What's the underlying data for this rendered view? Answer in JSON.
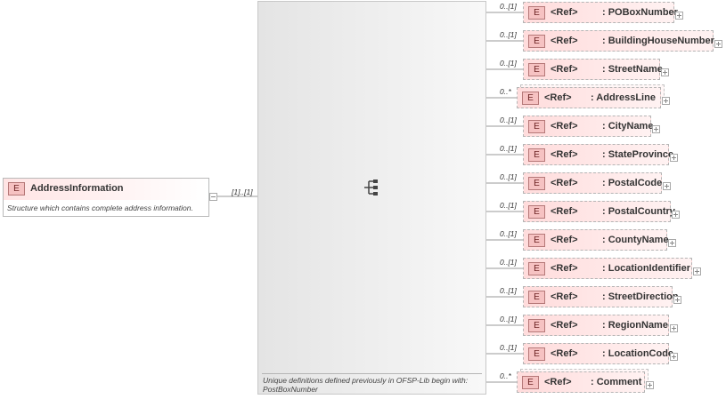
{
  "root": {
    "badge": "E",
    "name": "AddressInformation",
    "description": "Structure which contains complete address information.",
    "multiplicity": "[1]..[1]"
  },
  "sequence": {
    "description_line1": "Unique definitions defined previously in OFSP-Lib begin with:",
    "description_line2": "PostBoxNumber"
  },
  "children": [
    {
      "badge": "E",
      "ref": "<Ref>",
      "name": ": POBoxNumber",
      "multiplicity": "0..[1]"
    },
    {
      "badge": "E",
      "ref": "<Ref>",
      "name": ": BuildingHouseNumber",
      "multiplicity": "0..[1]"
    },
    {
      "badge": "E",
      "ref": "<Ref>",
      "name": ": StreetName",
      "multiplicity": "0..[1]"
    },
    {
      "badge": "E",
      "ref": "<Ref>",
      "name": ": AddressLine",
      "multiplicity": "0..*"
    },
    {
      "badge": "E",
      "ref": "<Ref>",
      "name": ": CityName",
      "multiplicity": "0..[1]"
    },
    {
      "badge": "E",
      "ref": "<Ref>",
      "name": ": StateProvince",
      "multiplicity": "0..[1]"
    },
    {
      "badge": "E",
      "ref": "<Ref>",
      "name": ": PostalCode",
      "multiplicity": "0..[1]"
    },
    {
      "badge": "E",
      "ref": "<Ref>",
      "name": ": PostalCountry",
      "multiplicity": "0..[1]"
    },
    {
      "badge": "E",
      "ref": "<Ref>",
      "name": ": CountyName",
      "multiplicity": "0..[1]"
    },
    {
      "badge": "E",
      "ref": "<Ref>",
      "name": ": LocationIdentifier",
      "multiplicity": "0..[1]"
    },
    {
      "badge": "E",
      "ref": "<Ref>",
      "name": ": StreetDirection",
      "multiplicity": "0..[1]"
    },
    {
      "badge": "E",
      "ref": "<Ref>",
      "name": ": RegionName",
      "multiplicity": "0..[1]"
    },
    {
      "badge": "E",
      "ref": "<Ref>",
      "name": ": LocationCode",
      "multiplicity": "0..[1]"
    },
    {
      "badge": "E",
      "ref": "<Ref>",
      "name": ": Comment",
      "multiplicity": "0..*"
    }
  ]
}
